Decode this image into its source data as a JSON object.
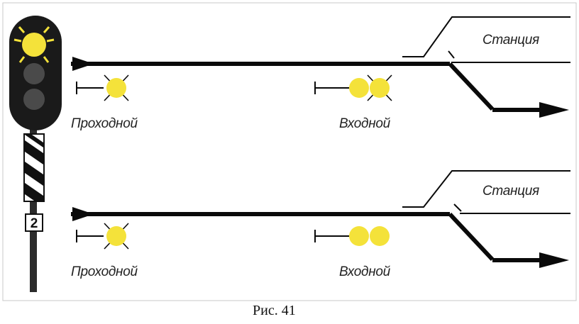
{
  "figure": {
    "caption": "Рис. 41"
  },
  "mast_signal": {
    "plate_number": "2",
    "lamps": [
      {
        "state": "lit-flashing",
        "color": "#f4e23a"
      },
      {
        "state": "off",
        "color": "#4a4a4a"
      },
      {
        "state": "off",
        "color": "#4a4a4a"
      }
    ]
  },
  "panels": [
    {
      "station_label": "Станция",
      "block_signal": {
        "label": "Проходной",
        "lamps": [
          {
            "state": "flashing"
          }
        ]
      },
      "entry_signal": {
        "label": "Входной",
        "lamps": [
          {
            "state": "steady"
          },
          {
            "state": "flashing"
          }
        ]
      }
    },
    {
      "station_label": "Станция",
      "block_signal": {
        "label": "Проходной",
        "lamps": [
          {
            "state": "flashing"
          }
        ]
      },
      "entry_signal": {
        "label": "Входной",
        "lamps": [
          {
            "state": "steady"
          },
          {
            "state": "steady"
          }
        ]
      }
    }
  ],
  "colors": {
    "lamp_yellow": "#f4e23a",
    "track": "#0a0a0a",
    "mast_head": "#1a1a1a",
    "panel_border": "#c8c8c8"
  }
}
